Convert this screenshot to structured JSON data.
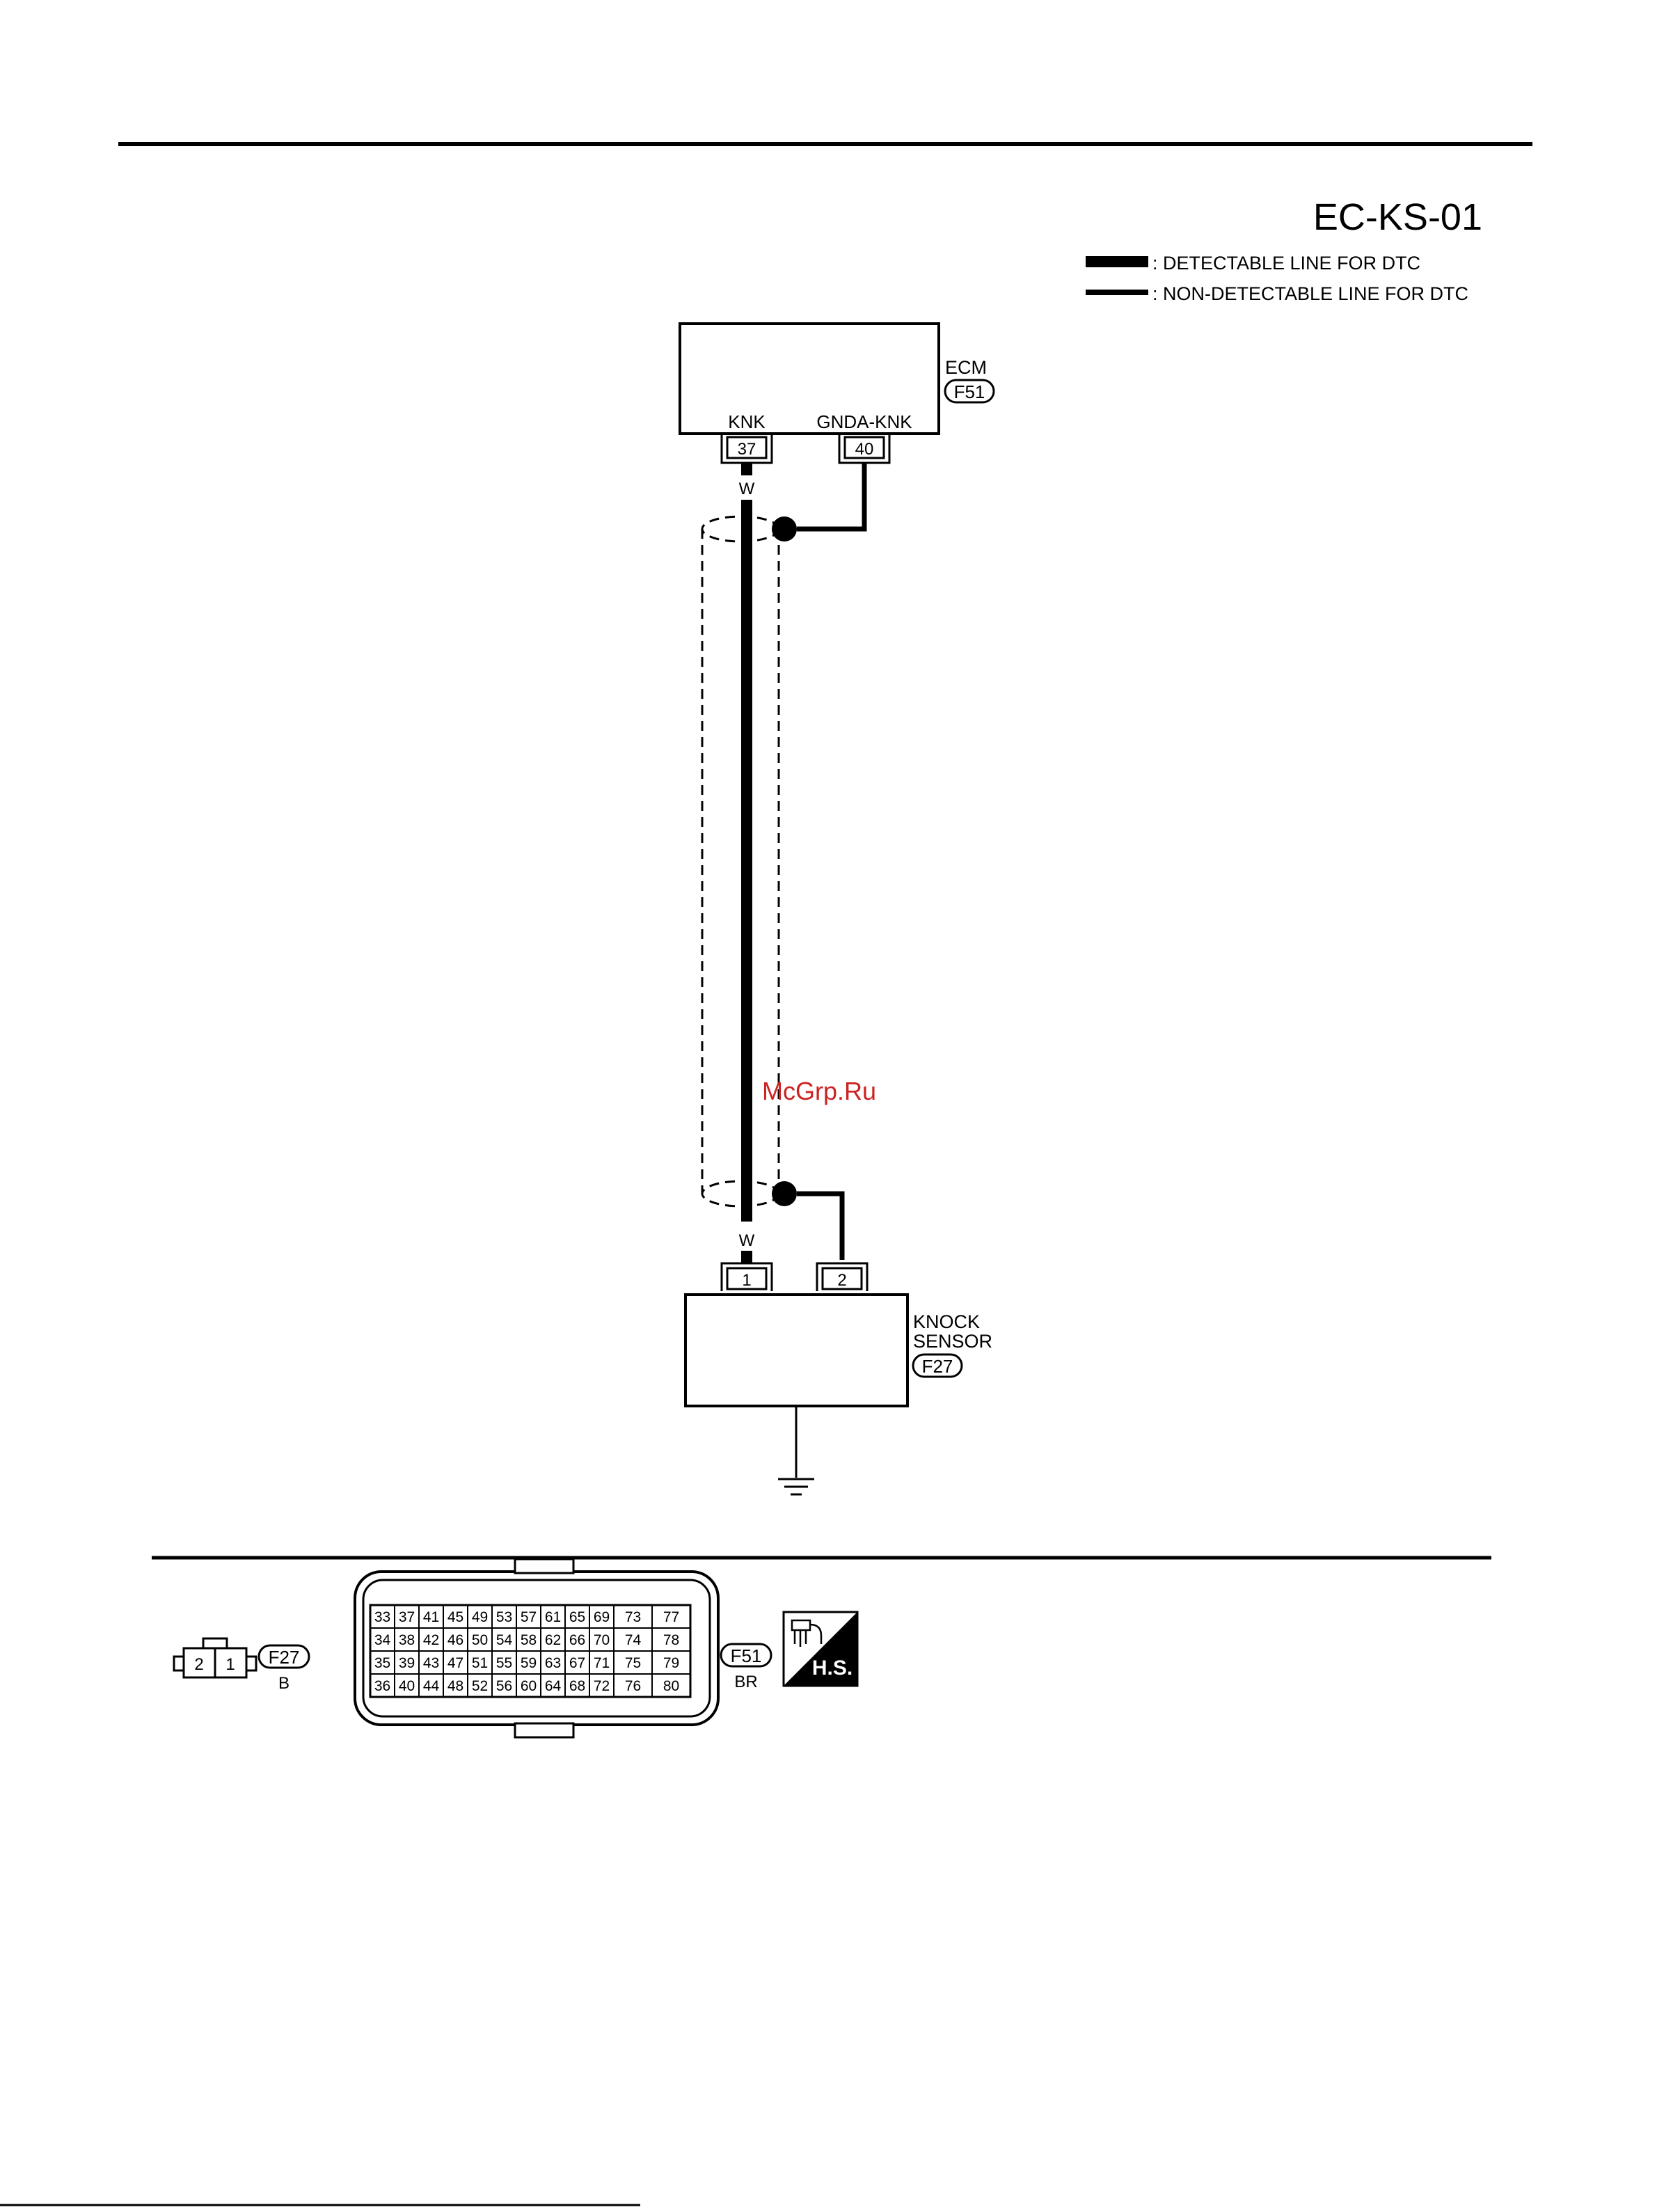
{
  "diagram": {
    "code": "EC-KS-01",
    "legend": {
      "detectable": ": DETECTABLE LINE FOR DTC",
      "non_detectable": ": NON-DETECTABLE LINE FOR DTC"
    },
    "ecm": {
      "name": "ECM",
      "connector": "F51",
      "terminal_a_label": "KNK",
      "terminal_a_number": "37",
      "terminal_b_label": "GNDA-KNK",
      "terminal_b_number": "40"
    },
    "wire_color_top": "W",
    "wire_color_bottom": "W",
    "watermark": "McGrp.Ru",
    "knock_sensor": {
      "name_line1": "KNOCK",
      "name_line2": "SENSOR",
      "connector": "F27",
      "terminal_1": "1",
      "terminal_2": "2"
    },
    "connector_f27": {
      "id": "F27",
      "color": "B",
      "pins": [
        "2",
        "1"
      ]
    },
    "connector_f51": {
      "id": "F51",
      "color": "BR",
      "rows": [
        [
          "33",
          "37",
          "41",
          "45",
          "49",
          "53",
          "57",
          "61",
          "65",
          "69",
          "73",
          "77"
        ],
        [
          "34",
          "38",
          "42",
          "46",
          "50",
          "54",
          "58",
          "62",
          "66",
          "70",
          "74",
          "78"
        ],
        [
          "35",
          "39",
          "43",
          "47",
          "51",
          "55",
          "59",
          "63",
          "67",
          "71",
          "75",
          "79"
        ],
        [
          "36",
          "40",
          "44",
          "48",
          "52",
          "56",
          "60",
          "64",
          "68",
          "72",
          "76",
          "80"
        ]
      ]
    },
    "hs_badge": "H.S.",
    "colors": {
      "ink": "#000000",
      "watermark": "#cc2222"
    }
  }
}
